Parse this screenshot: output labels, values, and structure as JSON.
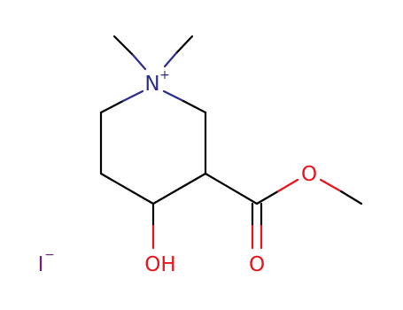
{
  "colors": {
    "carbon_bond": "#000000",
    "nitrogen": "#2c2c8c",
    "oxygen": "#e8131b",
    "iodine": "#6b1f7f",
    "background": "#ffffff"
  },
  "atoms": {
    "n_ring": {
      "symbol": "N",
      "charge": "+"
    },
    "o_hydroxyl": {
      "symbol": "OH"
    },
    "o_ester": {
      "symbol": "O"
    },
    "o_carbonyl": {
      "symbol": "O"
    },
    "iodide": {
      "symbol": "I",
      "charge": "−"
    }
  }
}
